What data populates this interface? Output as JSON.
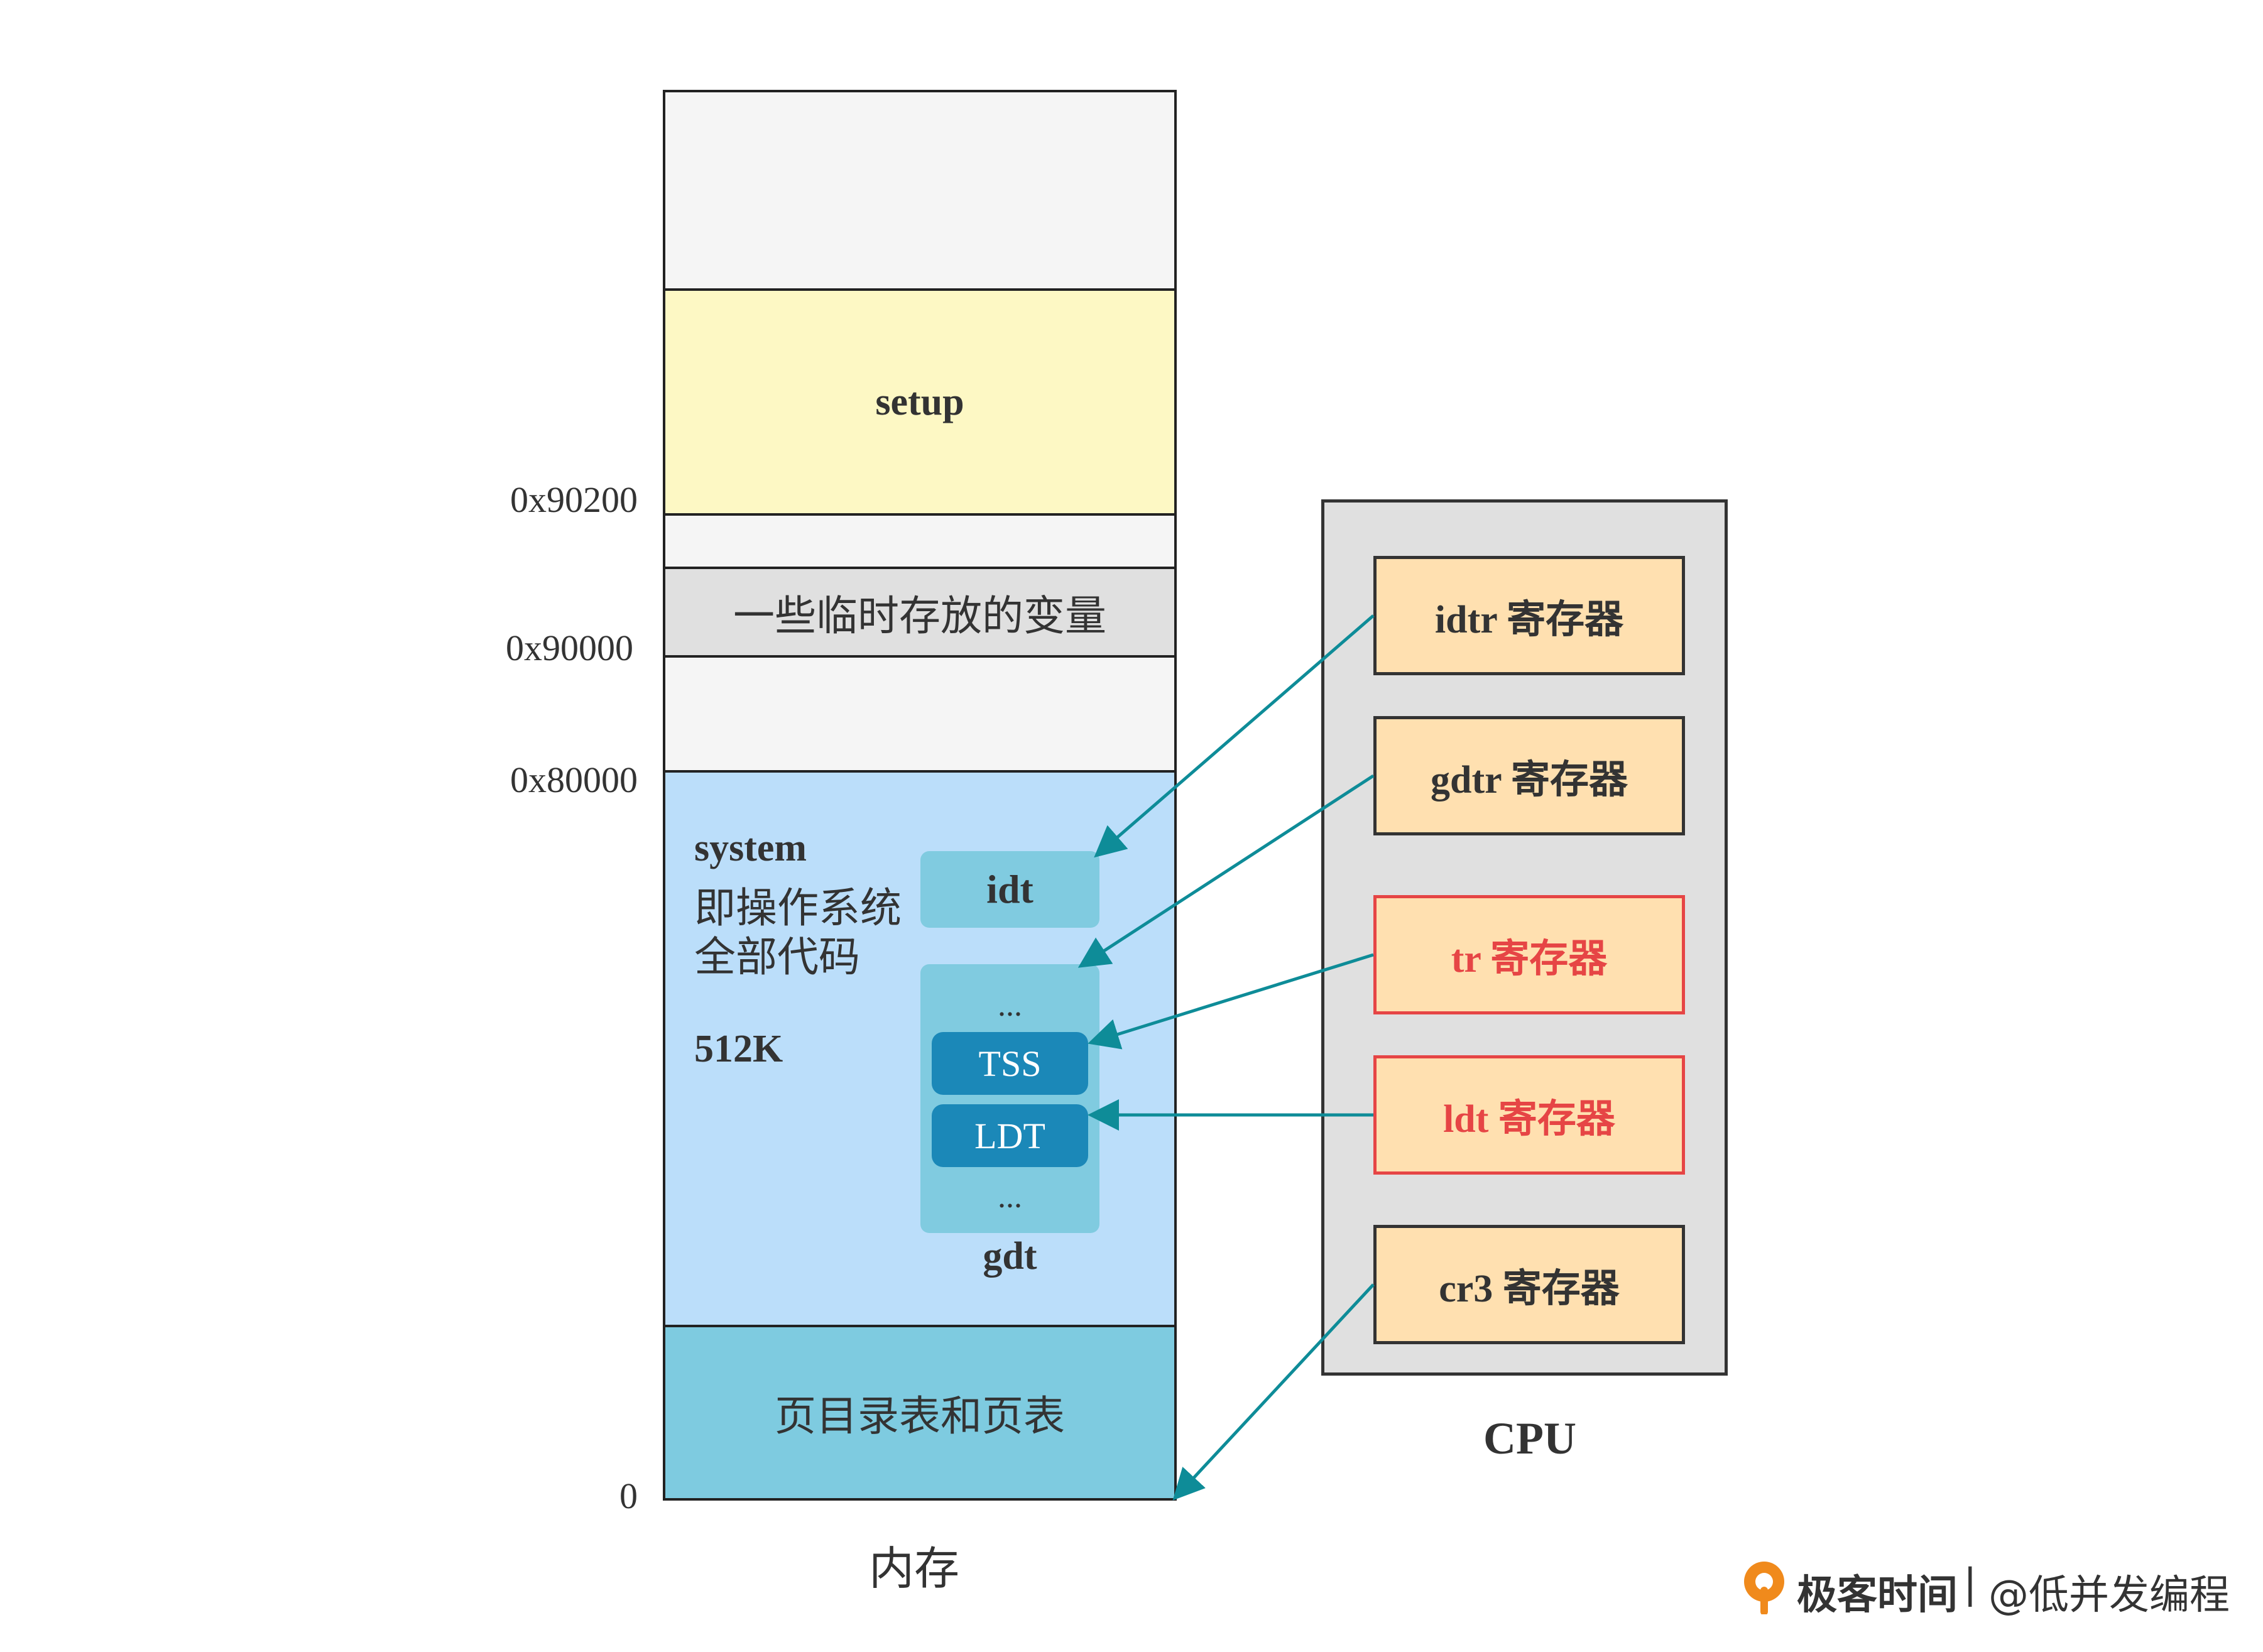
{
  "memory": {
    "caption": "内存",
    "blocks": {
      "setup": "setup",
      "temp_vars": "一些临时存放的变量",
      "system_title": "system",
      "system_desc1": "即操作系统",
      "system_desc2": "全部代码",
      "system_size": "512K",
      "page_tables": "页目录表和页表"
    },
    "addresses": {
      "a90200": "0x90200",
      "a90000": "0x90000",
      "a80000": "0x80000",
      "a0": "0"
    },
    "idt_label": "idt",
    "gdt": {
      "label": "gdt",
      "dots_top": "...",
      "tss": "TSS",
      "ldt": "LDT",
      "dots_bottom": "..."
    }
  },
  "cpu": {
    "caption": "CPU",
    "registers": [
      "idtr 寄存器",
      "gdtr 寄存器",
      "tr 寄存器",
      "ldt 寄存器",
      "cr3 寄存器"
    ]
  },
  "footer": {
    "brand": "极客时间",
    "separator": "|",
    "author": "@低并发编程"
  },
  "colors": {
    "setup_fill": "#fdf8c4",
    "temp_fill": "#e0e0e0",
    "empty_fill": "#f5f5f5",
    "system_fill": "#bbdefa",
    "pagetable_fill": "#7ecbe0",
    "table_fill": "#80cbe0",
    "segment_fill": "#1b88b8",
    "register_fill": "#ffe0b0",
    "highlight_red": "#e64545",
    "arrow_teal": "#0e8c98",
    "cpu_fill": "#e0e0e0"
  }
}
